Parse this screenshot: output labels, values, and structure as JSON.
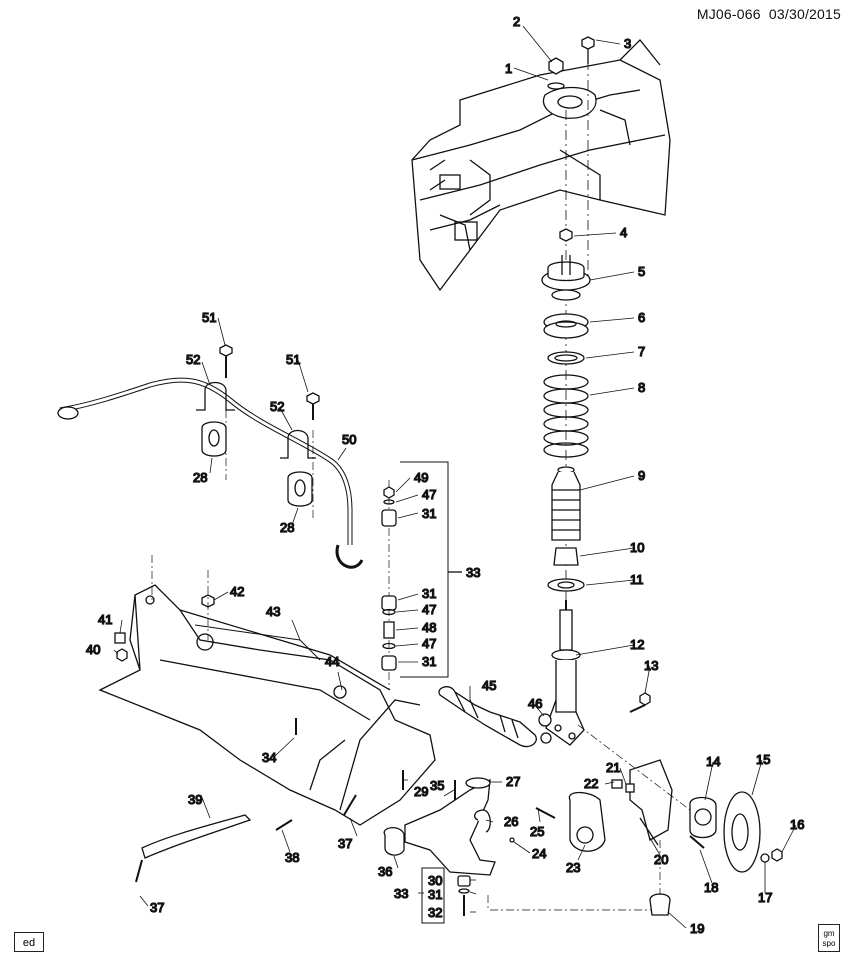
{
  "header": {
    "code": "MJ06-066",
    "date": "03/30/2015"
  },
  "badges": {
    "left": "ed",
    "right_top": "gm",
    "right_bottom": "spo"
  },
  "callouts": [
    {
      "id": "c1",
      "text": "1"
    },
    {
      "id": "c2",
      "text": "2"
    },
    {
      "id": "c3",
      "text": "3"
    },
    {
      "id": "c4",
      "text": "4"
    },
    {
      "id": "c5",
      "text": "5"
    },
    {
      "id": "c6",
      "text": "6"
    },
    {
      "id": "c7",
      "text": "7"
    },
    {
      "id": "c8",
      "text": "8"
    },
    {
      "id": "c9",
      "text": "9"
    },
    {
      "id": "c10",
      "text": "10"
    },
    {
      "id": "c11",
      "text": "11"
    },
    {
      "id": "c12",
      "text": "12"
    },
    {
      "id": "c13",
      "text": "13"
    },
    {
      "id": "c14",
      "text": "14"
    },
    {
      "id": "c15",
      "text": "15"
    },
    {
      "id": "c16",
      "text": "16"
    },
    {
      "id": "c17",
      "text": "17"
    },
    {
      "id": "c18",
      "text": "18"
    },
    {
      "id": "c19",
      "text": "19"
    },
    {
      "id": "c20",
      "text": "20"
    },
    {
      "id": "c21",
      "text": "21"
    },
    {
      "id": "c22",
      "text": "22"
    },
    {
      "id": "c23",
      "text": "23"
    },
    {
      "id": "c24",
      "text": "24"
    },
    {
      "id": "c25",
      "text": "25"
    },
    {
      "id": "c26",
      "text": "26"
    },
    {
      "id": "c27",
      "text": "27"
    },
    {
      "id": "c28a",
      "text": "28"
    },
    {
      "id": "c28b",
      "text": "28"
    },
    {
      "id": "c29",
      "text": "29"
    },
    {
      "id": "c30",
      "text": "30"
    },
    {
      "id": "c31a",
      "text": "31"
    },
    {
      "id": "c31b",
      "text": "31"
    },
    {
      "id": "c31c",
      "text": "31"
    },
    {
      "id": "c31d",
      "text": "31"
    },
    {
      "id": "c32",
      "text": "32"
    },
    {
      "id": "c33a",
      "text": "33"
    },
    {
      "id": "c33b",
      "text": "33"
    },
    {
      "id": "c34",
      "text": "34"
    },
    {
      "id": "c35",
      "text": "35"
    },
    {
      "id": "c36",
      "text": "36"
    },
    {
      "id": "c37a",
      "text": "37"
    },
    {
      "id": "c37b",
      "text": "37"
    },
    {
      "id": "c38",
      "text": "38"
    },
    {
      "id": "c39",
      "text": "39"
    },
    {
      "id": "c40",
      "text": "40"
    },
    {
      "id": "c41",
      "text": "41"
    },
    {
      "id": "c42",
      "text": "42"
    },
    {
      "id": "c43",
      "text": "43"
    },
    {
      "id": "c44",
      "text": "44"
    },
    {
      "id": "c45",
      "text": "45"
    },
    {
      "id": "c46",
      "text": "46"
    },
    {
      "id": "c47a",
      "text": "47"
    },
    {
      "id": "c47b",
      "text": "47"
    },
    {
      "id": "c47c",
      "text": "47"
    },
    {
      "id": "c48",
      "text": "48"
    },
    {
      "id": "c49",
      "text": "49"
    },
    {
      "id": "c50",
      "text": "50"
    },
    {
      "id": "c51a",
      "text": "51"
    },
    {
      "id": "c51b",
      "text": "51"
    },
    {
      "id": "c52a",
      "text": "52"
    },
    {
      "id": "c52b",
      "text": "52"
    }
  ]
}
